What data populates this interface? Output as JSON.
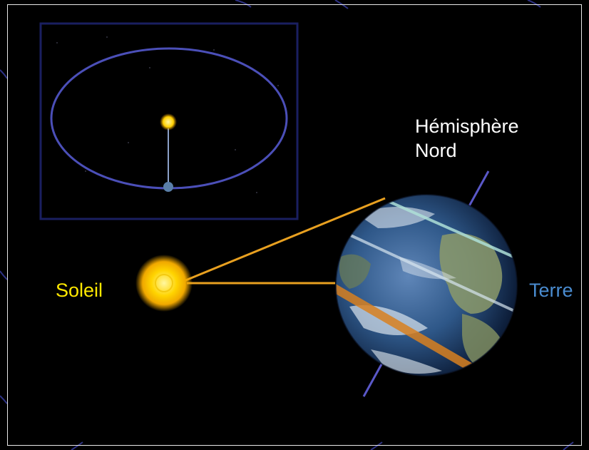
{
  "labels": {
    "hemisphere_line1": "Hémisphère",
    "hemisphere_line2": "Nord",
    "sun": "Soleil",
    "earth": "Terre"
  },
  "colors": {
    "sun_label": "#ffe800",
    "earth_label": "#4a8cd0",
    "hemisphere_label": "#ffffff",
    "orbit": "#4b4fb8",
    "inset_border": "#1a1f60",
    "sunlight_ray": "#e8a020",
    "sun": "#ffd400",
    "background": "#000000"
  },
  "icons": {
    "sun": "sun-icon",
    "earth": "earth-globe-icon"
  }
}
